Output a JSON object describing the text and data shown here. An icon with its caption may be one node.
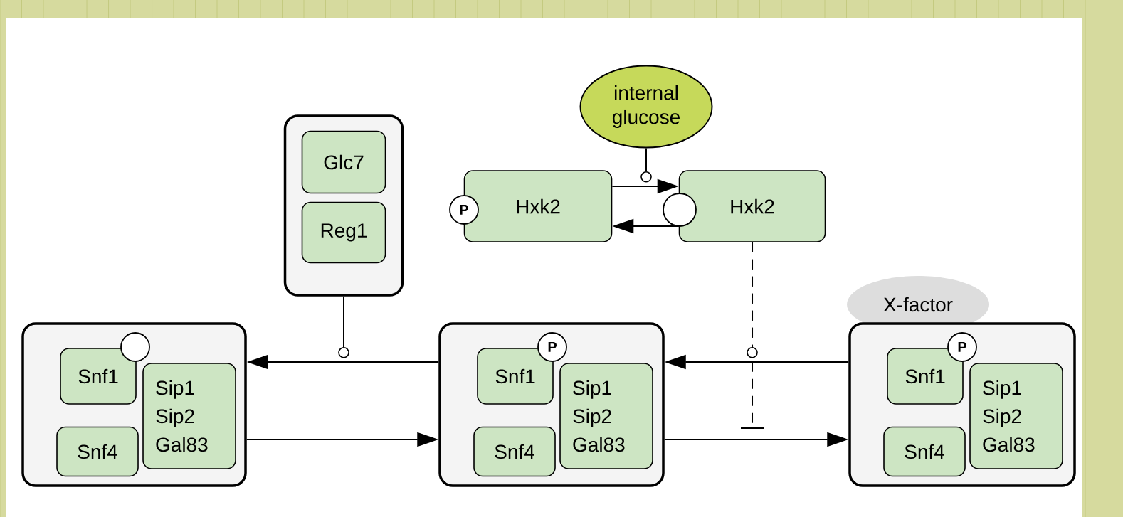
{
  "diagram": {
    "nodes": [
      {
        "text": [
          "internal glucose"
        ]
      },
      {
        "text": [],
        "shape": "box"
      },
      {
        "text": [
          "Glc7"
        ],
        "in": 1
      },
      {
        "text": [
          "Reg1"
        ],
        "in": 1
      },
      {
        "text": [
          "P"
        ]
      },
      {
        "text": [
          "Hxk2"
        ]
      },
      {
        "text": [],
        "shape": "circle"
      },
      {
        "text": [
          "Hxk2"
        ]
      },
      {
        "text": [
          "X-factor"
        ]
      },
      {
        "text": [],
        "shape": "box"
      },
      {
        "text": [],
        "shape": "circle",
        "in": 9
      },
      {
        "text": [
          "Snf1"
        ],
        "in": 9
      },
      {
        "text": [
          "Sip1 Sip2 Gal83"
        ],
        "in": 9
      },
      {
        "text": [
          "Snf4"
        ],
        "in": 9
      },
      {
        "text": [],
        "shape": "box"
      },
      {
        "text": [
          "P"
        ],
        "in": 14
      },
      {
        "text": [
          "Snf1"
        ],
        "in": 14
      },
      {
        "text": [
          "Sip1 Sip2 Gal83"
        ],
        "in": 14
      },
      {
        "text": [
          "Snf4"
        ],
        "in": 14
      },
      {
        "text": [],
        "shape": "box"
      },
      {
        "text": [
          "P"
        ],
        "in": 19
      },
      {
        "text": [
          "Snf1"
        ],
        "in": 19
      },
      {
        "text": [
          "Sip1 Sip2 Gal83"
        ],
        "in": 19
      },
      {
        "text": [
          "Snf4"
        ],
        "in": 19
      }
    ],
    "edges": [
      {
        "from": 5,
        "to": 7,
        "arrow": "to"
      },
      {
        "from": 7,
        "to": 5,
        "arrow": "to"
      },
      {
        "from": 0,
        "to": null,
        "arrow": "other"
      },
      {
        "from": 14,
        "to": 9,
        "arrow": "to"
      },
      {
        "from": 9,
        "to": 14,
        "arrow": "to"
      },
      {
        "from": 1,
        "to": null,
        "arrow": "other"
      },
      {
        "from": 19,
        "to": 14,
        "arrow": "to"
      },
      {
        "from": 14,
        "to": 19,
        "arrow": "to"
      },
      {
        "from": 7,
        "to": null,
        "arrow": "other",
        "style": "dashed"
      },
      {
        "from": 7,
        "to": null,
        "arrow": "other",
        "style": "dashed"
      }
    ]
  }
}
